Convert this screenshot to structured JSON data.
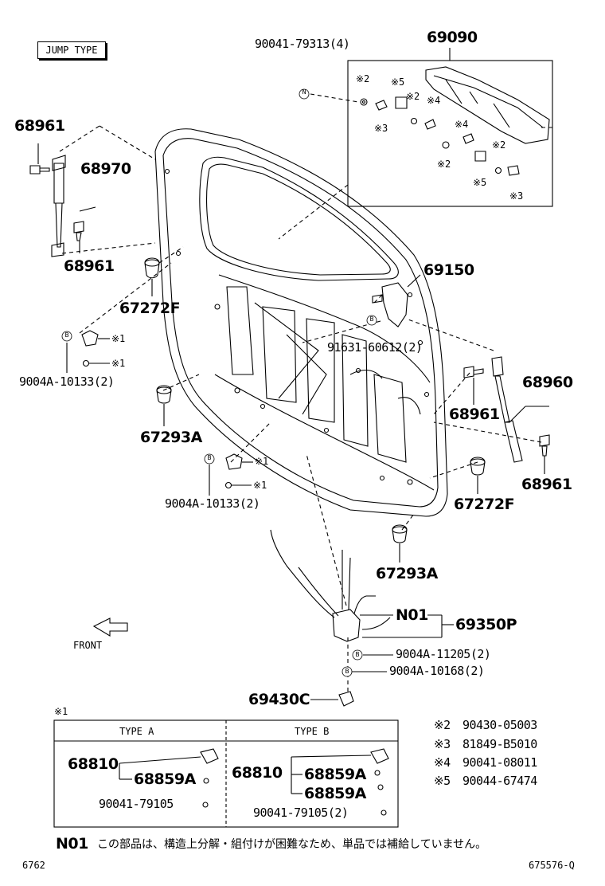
{
  "jump_type": "JUMP TYPE",
  "parts": {
    "p69090": "69090",
    "p9004179313": "90041-79313(4)",
    "p68961_a": "68961",
    "p68970": "68970",
    "p68961_b": "68961",
    "p67272F_a": "67272F",
    "p69150": "69150",
    "p9163160612": "91631-60612(2)",
    "p9004A10133_a": "9004A-10133(2)",
    "p67293A_a": "67293A",
    "p68960": "68960",
    "p68961_c": "68961",
    "p68961_d": "68961",
    "p9004A10133_b": "9004A-10133(2)",
    "p67272F_b": "67272F",
    "p67293A_b": "67293A",
    "pN01": "N01",
    "p69350P": "69350P",
    "p9004A11205": "9004A-11205(2)",
    "p9004A10168": "9004A-10168(2)",
    "p69430C": "69430C"
  },
  "markers": {
    "n": "N",
    "b": "B",
    "s1": "※1",
    "s2": "※2",
    "s3": "※3",
    "s4": "※4",
    "s5": "※5"
  },
  "front_label": "FRONT",
  "table": {
    "note_ref": "※1",
    "type_a": "TYPE A",
    "type_b": "TYPE B",
    "a_68810": "68810",
    "a_68859A": "68859A",
    "a_9004179105": "90041-79105",
    "b_68810": "68810",
    "b_68859A_1": "68859A",
    "b_68859A_2": "68859A",
    "b_9004179105": "90041-79105(2)"
  },
  "legend": [
    {
      "mark": "※2",
      "part": "90430-05003"
    },
    {
      "mark": "※3",
      "part": "81849-B5010"
    },
    {
      "mark": "※4",
      "part": "90041-08011"
    },
    {
      "mark": "※5",
      "part": "90044-67474"
    }
  ],
  "note": {
    "code": "N01",
    "text": "この部品は、構造上分解・組付けが困難なため、単品では補給していません。"
  },
  "footer": {
    "left": "6762",
    "right": "675576-Q"
  }
}
